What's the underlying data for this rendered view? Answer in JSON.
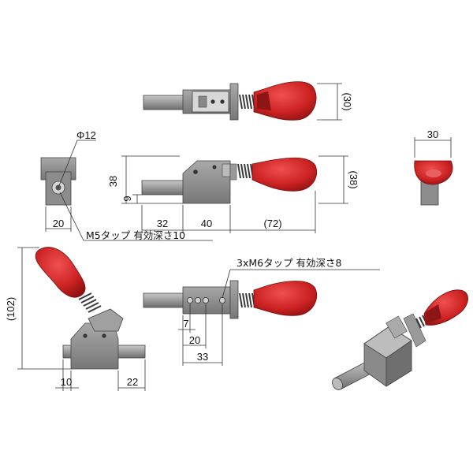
{
  "labels": {
    "dim_30_top": "(30)",
    "dim_phi12": "Φ12",
    "dim_38_left": "38",
    "dim_38_right": "(38)",
    "dim_9": "9",
    "dim_32": "32",
    "dim_40": "40",
    "dim_72": "(72)",
    "dim_20_side": "20",
    "dim_30_end": "30",
    "note_m5": "M5タップ 有効深さ10",
    "note_m6": "3xM6タップ 有効深さ8",
    "dim_102": "(102)",
    "dim_10": "10",
    "dim_22": "22",
    "dim_7": "7",
    "dim_20_bottom": "20",
    "dim_33": "33"
  },
  "colors": {
    "handle_red": "#d42a2a",
    "handle_dark": "#8e1515",
    "body_gray": "#8c8c8c",
    "body_dark": "#555555",
    "rod_gray": "#9a9a9a",
    "spring": "#4a4a4a"
  }
}
